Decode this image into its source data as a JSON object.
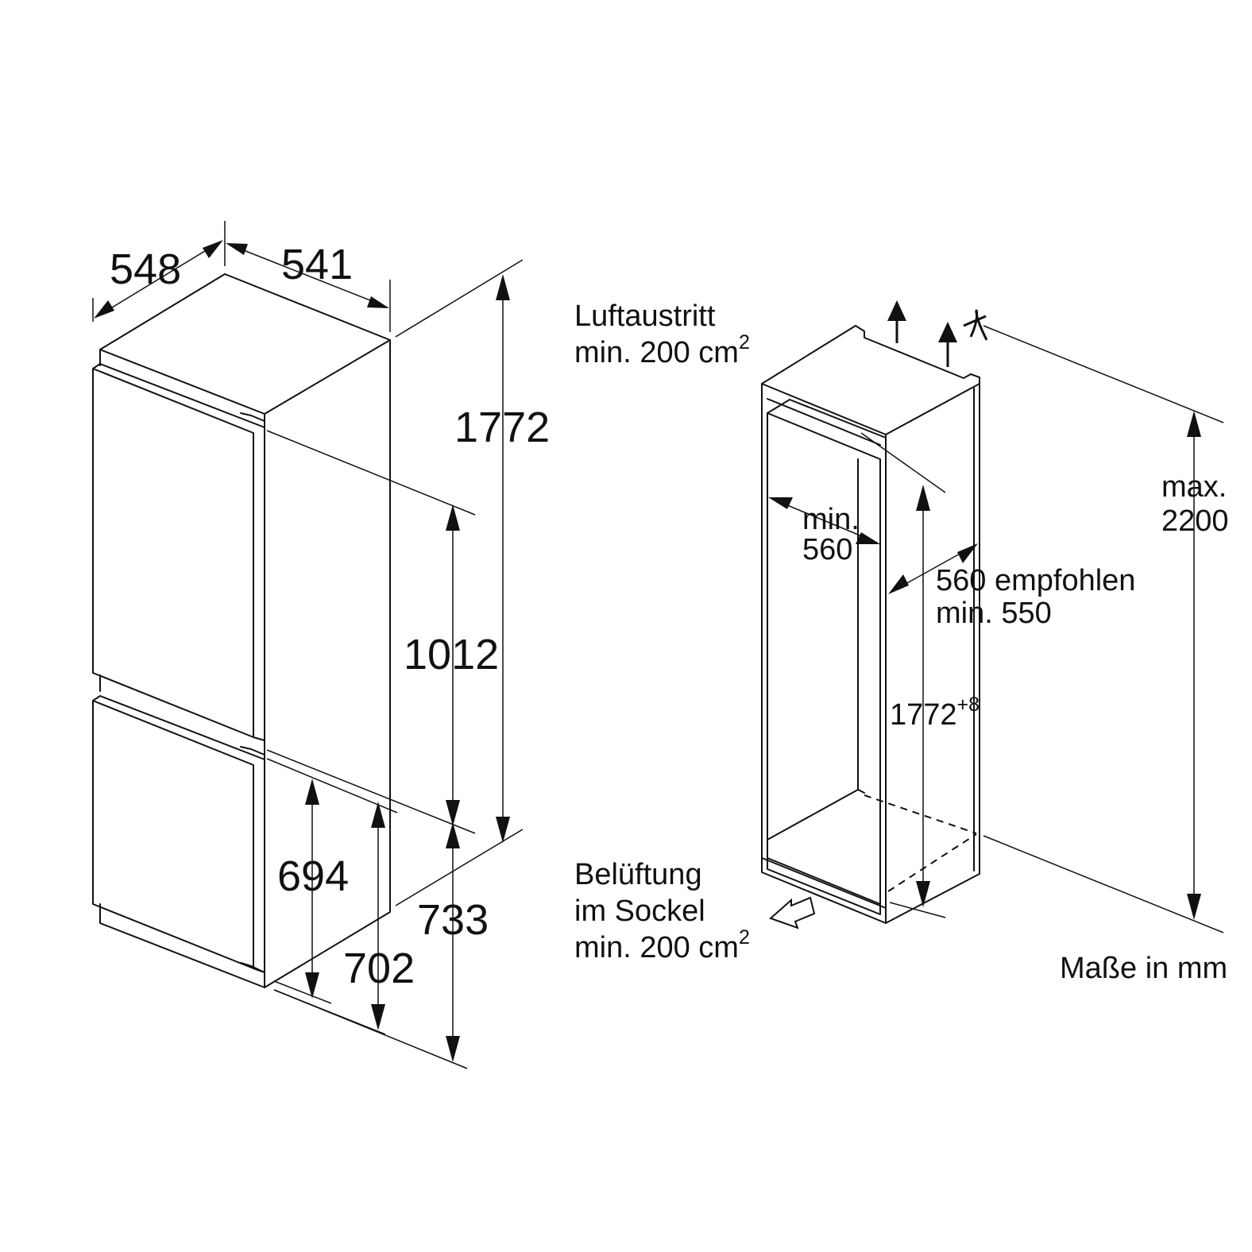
{
  "appliance": {
    "depth": "548",
    "width": "541",
    "height": "1772",
    "upper_section": "1012",
    "lower_door": "694",
    "lower_section_front": "702",
    "lower_section": "733"
  },
  "niche": {
    "air_outlet_line1": "Luftaustritt",
    "air_outlet_line2": "min. 200 cm",
    "air_outlet_sup": "2",
    "ventilation_line1": "Belüftung",
    "ventilation_line2": "im Sockel",
    "ventilation_line3": "min. 200 cm",
    "ventilation_sup": "2",
    "min_width_line1": "min.",
    "min_width_line2": "560",
    "depth_line1": "560 empfohlen",
    "depth_line2": "min. 550",
    "niche_height": "1772",
    "niche_height_sup": "+8",
    "max_height_line1": "max.",
    "max_height_line2": "2200",
    "units_note": "Maße in mm"
  }
}
